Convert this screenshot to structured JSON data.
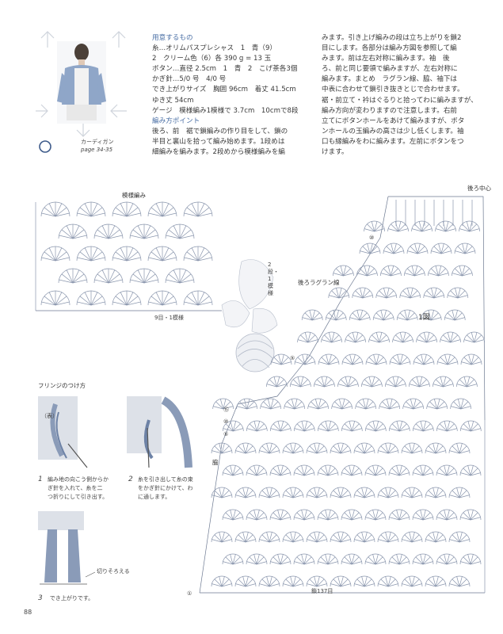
{
  "header": {
    "item_name": "カーディガン",
    "page_ref": "page 34-35"
  },
  "materials": {
    "lines": [
      "用意するもの",
      "糸…オリムパスプレシャス　1　青（9）",
      "2　クリーム色（6）各 390 g = 13 玉",
      "ボタン…直径 2.5cm　1　青　2　こげ茶各3個",
      "かぎ針…5/0 号　4/0 号",
      "でき上がりサイズ　胸囲 96cm　着丈 41.5cm",
      "ゆき丈 54cm",
      "ゲージ　模様編み1模様で 3.7cm　10cmで8段",
      "編み方ポイント",
      "後ろ、前　裾で鎖編みの作り目をして、鎖の",
      "半目と裏山を拾って編み始めます。1段めは",
      "細編みを編みます。2段めから模様編みを編"
    ]
  },
  "instructions": {
    "lines": [
      "みます。引き上げ編みの段は立ち上がりを鎖2",
      "目にします。各部分は編み方図を参照して編",
      "みます。前は左右対称に編みます。袖　後",
      "ろ、前と同じ要領で編みますが、左右対称に",
      "編みます。まとめ　ラグラン線、脇、袖下は",
      "中表に合わせて鎖引き抜きとじで合わせます。",
      "裾・前立て・衿はぐるりと拾ってわに編みますが、",
      "編み方向が変わりますので注意します。右前",
      "立てにボタンホールをあけて編みますが、ボタ",
      "ンホールの玉編みの高さは少し低くします。袖",
      "口も縁編みをわに編みます。左前にボタンをつ",
      "けます。"
    ]
  },
  "pattern": {
    "title": "模様編み",
    "rows_label": "2段・1模様",
    "repeat_label": "9目・1模様"
  },
  "fringe": {
    "title": "フリンジのつけ方",
    "back_label": "（表）",
    "step1_num": "1",
    "step1_lines": [
      "編み地の向こう側からか",
      "ぎ針を入れて、糸を二",
      "つ折りにして引き出す。"
    ],
    "step2_num": "2",
    "step2_lines": [
      "糸を引き出して糸の束",
      "をかぎ針にかけて、わ",
      "に通します。"
    ],
    "step3_num": "3",
    "step3_text": "でき上がりです。",
    "cut_label": "切りそろえる"
  },
  "diagram": {
    "fig_label": "1図",
    "center_back": "後ろ中心",
    "raglan": "後ろラグラン線",
    "side": "脇",
    "foundation": "鎖137目",
    "row_marks": [
      "⑩",
      "⑤",
      "⑮",
      "⑩",
      "⑤",
      "①"
    ]
  },
  "footer": {
    "page_number": "88"
  }
}
